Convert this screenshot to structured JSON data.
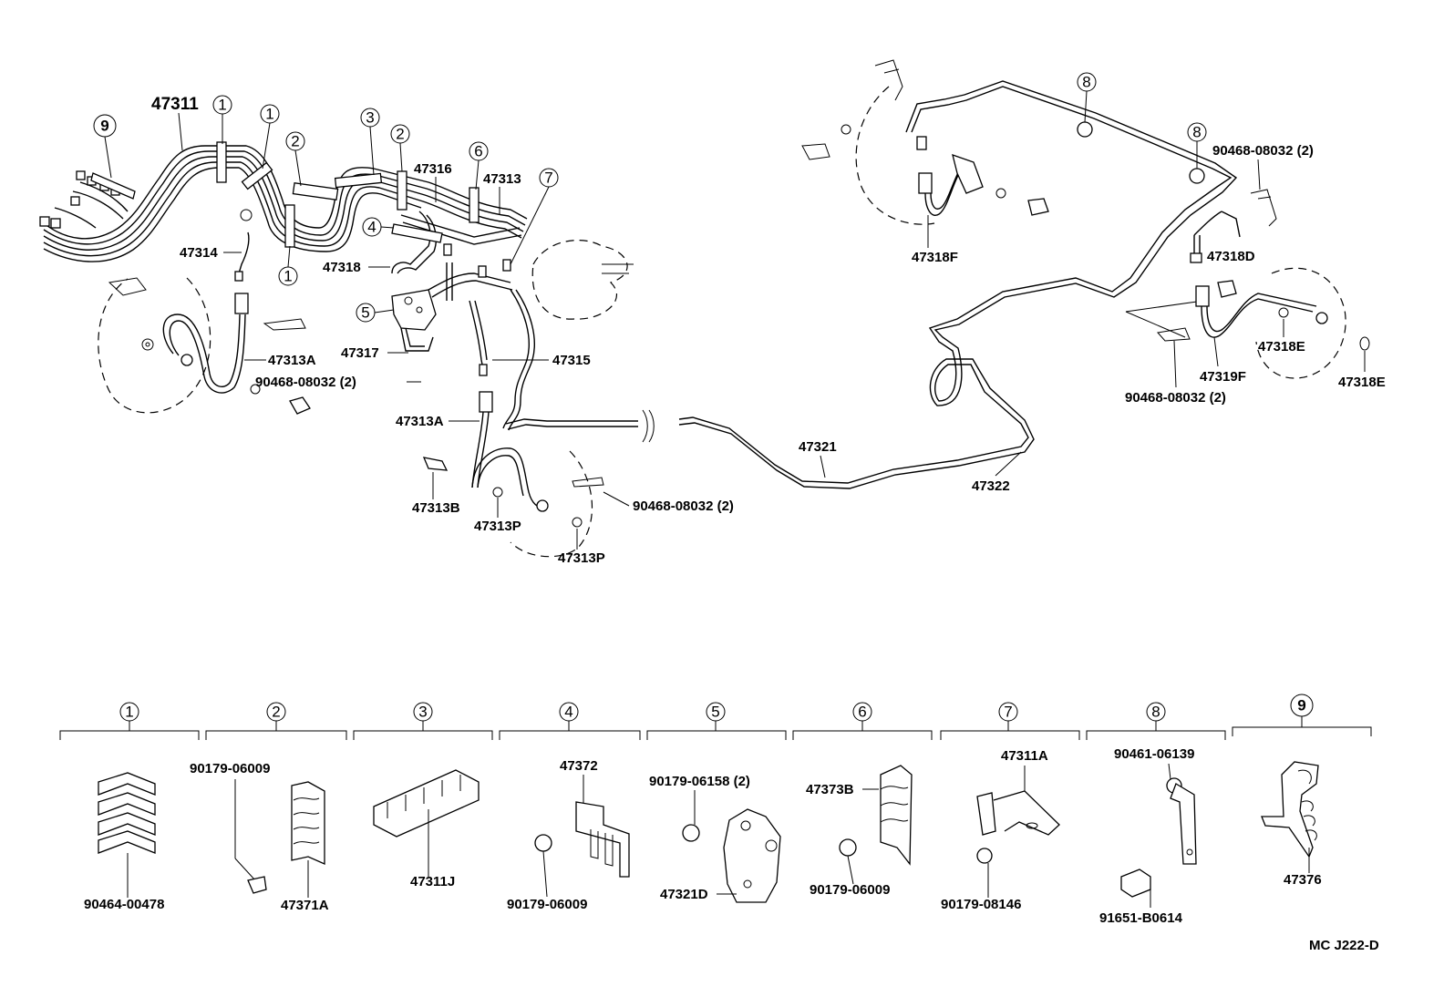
{
  "diagram": {
    "callouts": {
      "c1a": "1",
      "c1b": "1",
      "c1c": "1",
      "c2a": "2",
      "c2b": "2",
      "c3": "3",
      "c4": "4",
      "c5": "5",
      "c6": "6",
      "c7": "7",
      "c8a": "8",
      "c8b": "8",
      "c9": "9"
    },
    "labels": {
      "l47311": "47311",
      "l47314": "47314",
      "l47318": "47318",
      "l47316": "47316",
      "l47313": "47313",
      "l47317": "47317",
      "l47313A_1": "47313A",
      "l47315": "47315",
      "l90468_1": "90468-08032 (2)",
      "l47313A_2": "47313A",
      "l47313B": "47313B",
      "l47313P_1": "47313P",
      "l47313P_2": "47313P",
      "l90468_2": "90468-08032 (2)",
      "l47321": "47321",
      "l47322": "47322",
      "l47318F": "47318F",
      "l90468_3": "90468-08032 (2)",
      "l47318D": "47318D",
      "l47318E_1": "47318E",
      "l47318E_2": "47318E",
      "l47319F": "47319F",
      "l90468_4": "90468-08032 (2)"
    },
    "legend": {
      "g1": {
        "num": "1",
        "parts": [
          "90464-00478"
        ]
      },
      "g2": {
        "num": "2",
        "parts": [
          "90179-06009",
          "47371A"
        ]
      },
      "g3": {
        "num": "3",
        "parts": [
          "47311J"
        ]
      },
      "g4": {
        "num": "4",
        "parts": [
          "47372",
          "90179-06009"
        ]
      },
      "g5": {
        "num": "5",
        "parts": [
          "90179-06158 (2)",
          "47321D"
        ]
      },
      "g6": {
        "num": "6",
        "parts": [
          "47373B",
          "90179-06009"
        ]
      },
      "g7": {
        "num": "7",
        "parts": [
          "47311A",
          "90179-08146"
        ]
      },
      "g8": {
        "num": "8",
        "parts": [
          "90461-06139",
          "91651-B0614"
        ]
      },
      "g9": {
        "num": "9",
        "parts": [
          "47376"
        ]
      }
    },
    "code": "MC J222-D"
  }
}
